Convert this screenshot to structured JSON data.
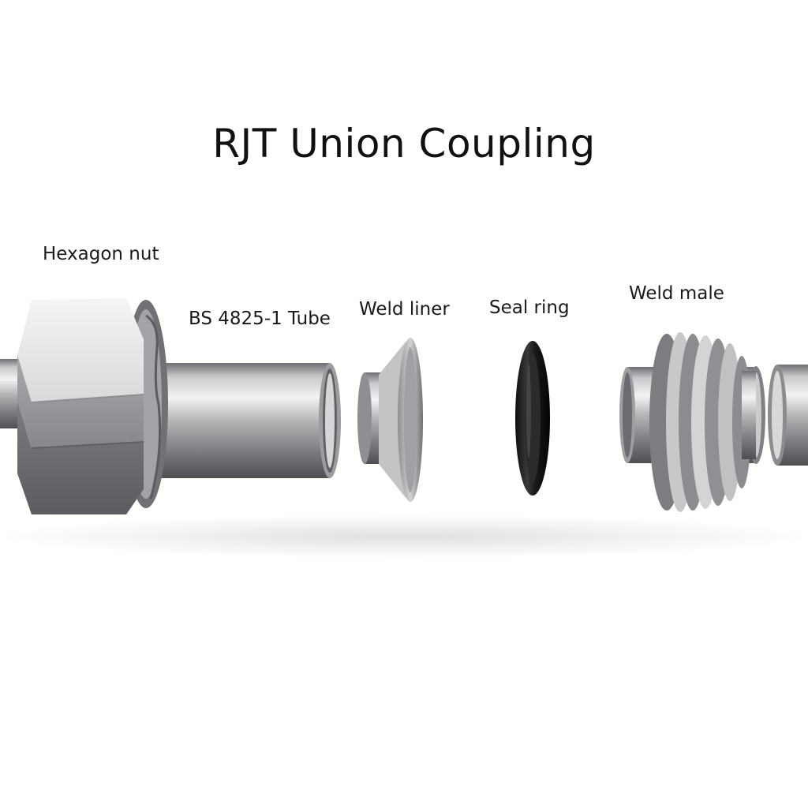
{
  "title": "RJT Union Coupling",
  "parts": [
    {
      "name": "hexagon-nut",
      "label": "Hexagon nut"
    },
    {
      "name": "tube",
      "label": "BS 4825-1 Tube"
    },
    {
      "name": "weld-liner",
      "label": "Weld liner"
    },
    {
      "name": "seal-ring",
      "label": "Seal ring"
    },
    {
      "name": "weld-male",
      "label": "Weld male"
    }
  ],
  "colors": {
    "steel_light": "#e6e7e8",
    "steel_mid": "#a9abae",
    "steel_dark": "#5b5d60",
    "seal_black": "#1c1c1c",
    "text": "#111111"
  }
}
